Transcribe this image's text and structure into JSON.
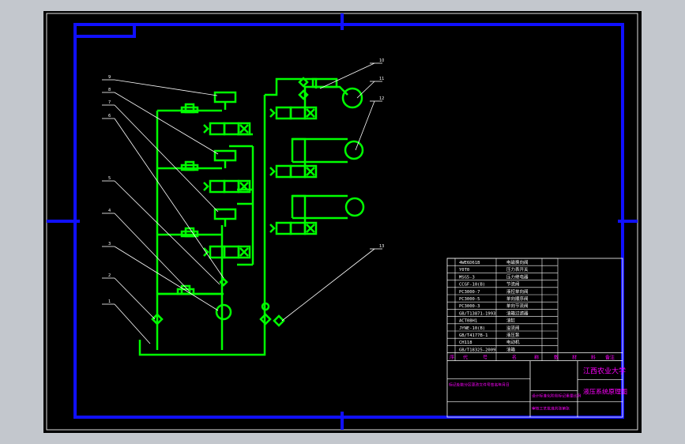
{
  "colors": {
    "background": "#000000",
    "viewport_bg": "#c3c7cd",
    "frame": "#1010ff",
    "circuit": "#00ff00",
    "leader": "#ffffff",
    "title_text": "#ff00ff",
    "table_line": "#ffffff"
  },
  "balloons": [
    "9",
    "8",
    "7",
    "6",
    "5",
    "4",
    "3",
    "2",
    "1",
    "10",
    "11",
    "12",
    "13"
  ],
  "parts_list": [
    {
      "code": "4WE6D61B",
      "name": "电磁换向阀"
    },
    {
      "code": "Y0T0",
      "name": "压力表开关"
    },
    {
      "code": "MSG5-3",
      "name": "压力继电器"
    },
    {
      "code": "CCGF-10(B)",
      "name": "节流阀"
    },
    {
      "code": "PC3000-7",
      "name": "液控单向阀"
    },
    {
      "code": "PC3000-5",
      "name": "单向顺序阀"
    },
    {
      "code": "PC3000-3",
      "name": "单向节流阀"
    },
    {
      "code": "GB/T13871-1993",
      "name": "油箱过滤器"
    },
    {
      "code": "ACT08H1",
      "name": "油缸"
    },
    {
      "code": "JYNE-10(B)",
      "name": "溢流阀"
    },
    {
      "code": "GB/T4177B-1",
      "name": "液压泵"
    },
    {
      "code": "CH118",
      "name": "电动机"
    },
    {
      "code": "GB/T18325-2009",
      "name": "油箱"
    }
  ],
  "parts_header": [
    "序",
    "代",
    "号",
    "名",
    "称",
    "数",
    "材",
    "料",
    "备注"
  ],
  "title_block": {
    "school": "江西农业大学",
    "drawing_title": "液压系统原理图",
    "sign_labels": [
      "标记处数分区更改文件号签名年月日",
      "设计标准化阶段标记重量比例",
      "审核工艺批准共张第张"
    ]
  }
}
